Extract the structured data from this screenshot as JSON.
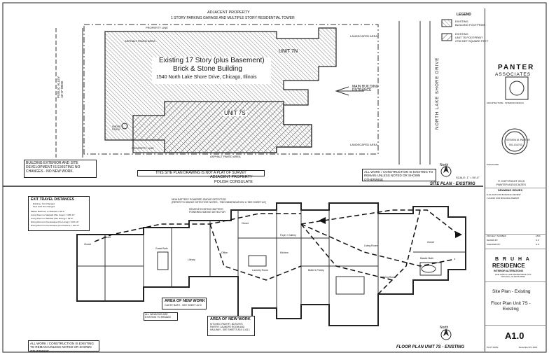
{
  "site_plan": {
    "adjacent_top_title": "ADJACENT PROPERTY",
    "adjacent_top_sub": "1 STORY PARKING GARAGE AND MULTIPLE STORY RESIDENTIAL TOWER",
    "adjacent_bottom_title": "ADJACENT PROPERTY",
    "adjacent_bottom_sub": "POLISH CONSULATE",
    "building_name_1": "Existing 17 Story (plus Basement)",
    "building_name_2": "Brick & Stone Building",
    "address": "1540 North Lake Shore Drive, Chicago, Illinois",
    "unit_7n": "UNIT 7N",
    "unit_7s": "UNIT 7S",
    "public_alley": "PUBLIC ALLEY\n16'-0\" WIDE",
    "main_entrance": "MAIN BUILDING\nENTRANCE",
    "street": "NORTH LAKE SHORE DRIVE",
    "property_line_top": "PROPERTY LINE",
    "property_line_bottom": "PROPERTY LINE",
    "asphalt_top": "ASPHALT PAVED AREA",
    "asphalt_bottom": "ASPHALT PAVED AREA",
    "landscaped_top": "LANDSCAPED AREA",
    "landscaped_bottom": "LANDSCAPED AREA",
    "smoke_stack": "SMOKE\nSTACK",
    "exterior_note": "BUILDING EXTERIOR AND SITE DEVELOPMENT IS EXISTING NO CHANGES - NO NEW WORK.",
    "survey_note": "THIS SITE PLAN DRAWING IS NOT A PLAT OF SURVEY",
    "remain_note": "ALL WORK / CONSTRUCTION IS EXISTING TO REMAIN UNLESS NOTED OR SHOWN OTHERWISE",
    "north_label": "North",
    "scale": "SCALE: 1\" = 50'-0\"",
    "title": "SITE PLAN - EXISTING"
  },
  "legend": {
    "heading": "LEGEND",
    "item1": "EXISTING\nBUILDING FOOTPRINT",
    "item2": "EXISTING\nUNIT 7S FOOTPRINT\n2750 NET SQUARE FEET"
  },
  "floor_plan": {
    "exit_title": "EXIT TRAVEL DISTANCES",
    "exit_lines": [
      "Existing - Not Changed",
      "New work Not changed",
      "Master Bedroom to Stairwell = 80'-1\"",
      "Living Room to Stairwell (thru Foyer) = 105'-11\"",
      "Living Room to Stairwell (thru Dining) = 93'-6\"",
      "Dining Room to Fire Escape (thru Living) = 103'-10\"",
      "Dining Room to Fire Escape (thru Kitchen) = 104'-8\""
    ],
    "detector_note_1": "NEW BATTERY POWERED SMOKE DETECTOR\n(REFER TO SMOKE DETECTOR NOTES - 'RECOMMENDATION' & 'SEE SHEET A2')",
    "detector_note_2": "REMOVE EXISTING BATTERY\nPOWERED SMOKE DETECTOR",
    "area1_title": "AREA OF NEW WORK",
    "area1_text": "GUEST BATH - SEE SHEET A2.0",
    "area2_title": "AREA OF NEW WORK",
    "area2_text": "KITCHEN, PANTRY, BUTLER'S PANTRY, LAUNDRY ROOM AND HALLWAY - SEE SHEETS A3.0 & A3.1",
    "windows_note": "ALL WINDOWS ARE EXISTING TO REMAIN",
    "remain_note": "ALL WORK / CONSTRUCTION IS EXISTING TO REMAIN UNLESS NOTED OR SHOWN OTHERWISE",
    "north_label": "North",
    "title": "FLOOR PLAN UNIT 7S - EXISTING",
    "rooms": [
      "Closet",
      "Guest Bath",
      "Library",
      "Office",
      "Laundry Room",
      "Kitchen",
      "Foyer / Gallery",
      "Living Room",
      "Dining Room",
      "Butler's Pantry",
      "Closet",
      "Closet",
      "Closet",
      "Master Bath"
    ]
  },
  "title_block": {
    "firm_1": "PANTER",
    "firm_2": "ASSOCIATES",
    "firm_sub": "ARCHITECTURE · INTERIOR DESIGN",
    "seal_name": "STEVEN M. PANTER",
    "seal_num": "001-014743",
    "signature_label": "SIGNATURE",
    "copyright": "© COPYRIGHT 2015\nPANTER ASSOCIATES",
    "drawing_issues": "DRAWING ISSUES",
    "issue1": "8-16-2015  FOR BUILDING REVIEW",
    "issue2": "7-8-2015   FOR BUILDING PERMIT",
    "project_number_label": "PROJECT NUMBER",
    "project_number": "1506",
    "drawn_by_label": "DRAWN BY",
    "drawn_by": "S.P.",
    "checked_by_label": "CHECKED BY",
    "checked_by": "S.P.",
    "client_1": "B R U H A",
    "client_2": "RESIDENCE",
    "client_3": "INTERIOR ALTERATIONS",
    "client_4": "1540 NORTH LAKE SHORE DRIVE, #7S\nCHICAGO, ILLINOIS 60610",
    "sheet_title_1": "Site Plan - Existing",
    "sheet_title_2": "Floor Plan Unit 7S -\nExisting",
    "sheet_number": "A1.0",
    "plot_date_label": "PLOT DATE",
    "plot_date": "December 29, 2015"
  }
}
